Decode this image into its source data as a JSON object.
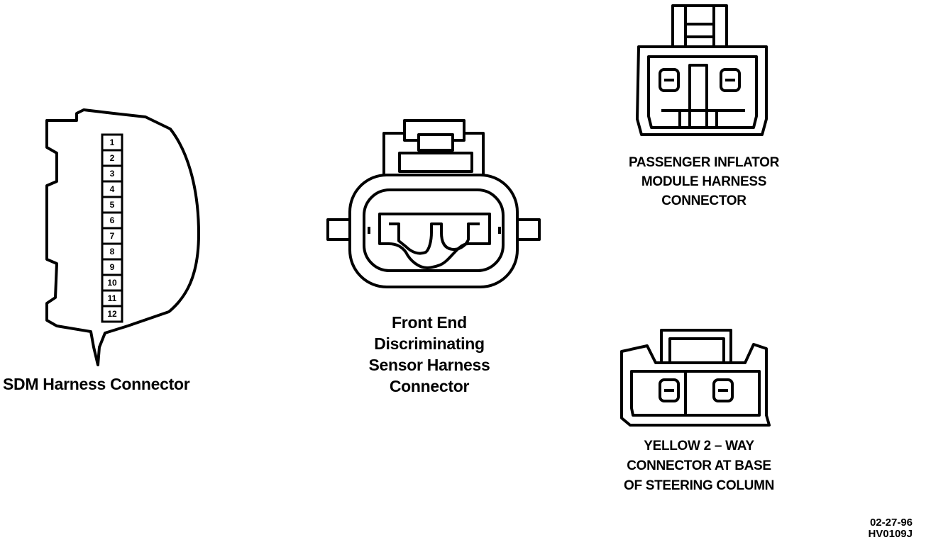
{
  "sdm_connector": {
    "label": "SDM Harness Connector",
    "pins": [
      "1",
      "2",
      "3",
      "4",
      "5",
      "6",
      "7",
      "8",
      "9",
      "10",
      "11",
      "12"
    ]
  },
  "front_end_connector": {
    "label_lines": [
      "Front End",
      "Discriminating",
      "Sensor Harness",
      "Connector"
    ]
  },
  "passenger_inflator_connector": {
    "label_lines": [
      "PASSENGER INFLATOR",
      "MODULE HARNESS",
      "CONNECTOR"
    ]
  },
  "yellow_connector": {
    "label_lines": [
      "YELLOW 2 – WAY",
      "CONNECTOR AT BASE",
      "OF STEERING COLUMN"
    ]
  },
  "stamp": {
    "date": "02-27-96",
    "code": "HV0109J"
  }
}
